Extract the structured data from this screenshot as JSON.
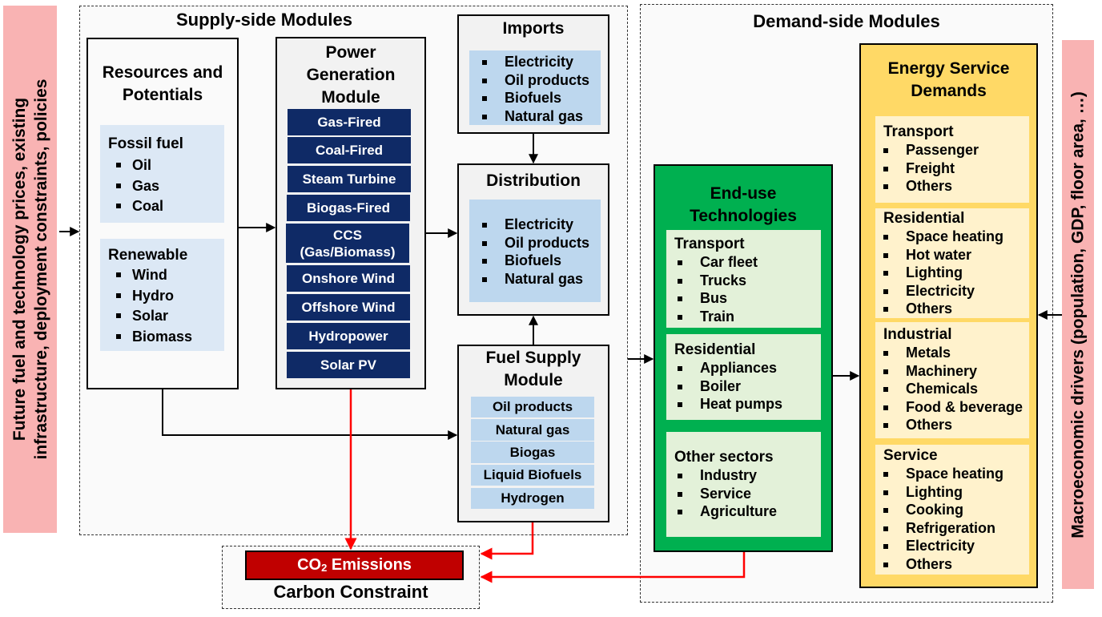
{
  "left_driver": {
    "lines": [
      "Future fuel and technology prices, existing",
      "infrastructure, deployment constraints, policies"
    ]
  },
  "right_driver": {
    "text": "Macroeconomic drivers (population, GDP, floor area, …)"
  },
  "supply_side": {
    "title": "Supply-side Modules",
    "resources": {
      "title_lines": [
        "Resources and",
        "Potentials"
      ],
      "fossil": {
        "heading": "Fossil fuel",
        "items": [
          "Oil",
          "Gas",
          "Coal"
        ]
      },
      "renewable": {
        "heading": "Renewable",
        "items": [
          "Wind",
          "Hydro",
          "Solar",
          "Biomass"
        ]
      }
    },
    "power_generation": {
      "title_lines": [
        "Power",
        "Generation",
        "Module"
      ],
      "items": [
        "Gas-Fired",
        "Coal-Fired",
        "Steam Turbine",
        "Biogas-Fired",
        "CCS",
        "(Gas/Biomass)",
        "Onshore Wind",
        "Offshore Wind",
        "Hydropower",
        "Solar PV"
      ]
    },
    "imports": {
      "title": "Imports",
      "items": [
        "Electricity",
        "Oil products",
        "Biofuels",
        "Natural gas"
      ]
    },
    "distribution": {
      "title": "Distribution",
      "items": [
        "Electricity",
        "Oil products",
        "Biofuels",
        "Natural gas"
      ]
    },
    "fuel_supply": {
      "title_lines": [
        "Fuel Supply",
        "Module"
      ],
      "items": [
        "Oil products",
        "Natural gas",
        "Biogas",
        "Liquid Biofuels",
        "Hydrogen"
      ]
    }
  },
  "carbon": {
    "emissions_label": "CO",
    "emissions_sub": "2",
    "emissions_rest": " Emissions",
    "constraint_label": "Carbon Constraint"
  },
  "demand_side": {
    "title": "Demand-side Modules",
    "end_use": {
      "title_lines": [
        "End-use",
        "Technologies"
      ],
      "groups": [
        {
          "heading": "Transport",
          "items": [
            "Car fleet",
            "Trucks",
            "Bus",
            "Train"
          ]
        },
        {
          "heading": "Residential",
          "items": [
            "Appliances",
            "Boiler",
            "Heat pumps"
          ]
        },
        {
          "heading": "Other sectors",
          "items": [
            "Industry",
            "Service",
            "Agriculture"
          ]
        }
      ]
    },
    "energy_service": {
      "title_lines": [
        "Energy Service",
        "Demands"
      ],
      "groups": [
        {
          "heading": "Transport",
          "items": [
            "Passenger",
            "Freight",
            "Others"
          ]
        },
        {
          "heading": "Residential",
          "items": [
            "Space heating",
            "Hot water",
            "Lighting",
            "Electricity",
            "Others"
          ]
        },
        {
          "heading": "Industrial",
          "items": [
            "Metals",
            "Machinery",
            "Chemicals",
            "Food & beverage",
            "Others"
          ]
        },
        {
          "heading": "Service",
          "items": [
            "Space heating",
            "Lighting",
            "Cooking",
            "Refrigeration",
            "Electricity",
            "Others"
          ]
        }
      ]
    }
  },
  "colors": {
    "driver_pink": "#f9b3b3",
    "power_navy": "#0f2a66",
    "end_use_green": "#00b050",
    "service_yellow": "#ffd966",
    "co2_red": "#c00000",
    "arrow_red": "#ff0000"
  }
}
